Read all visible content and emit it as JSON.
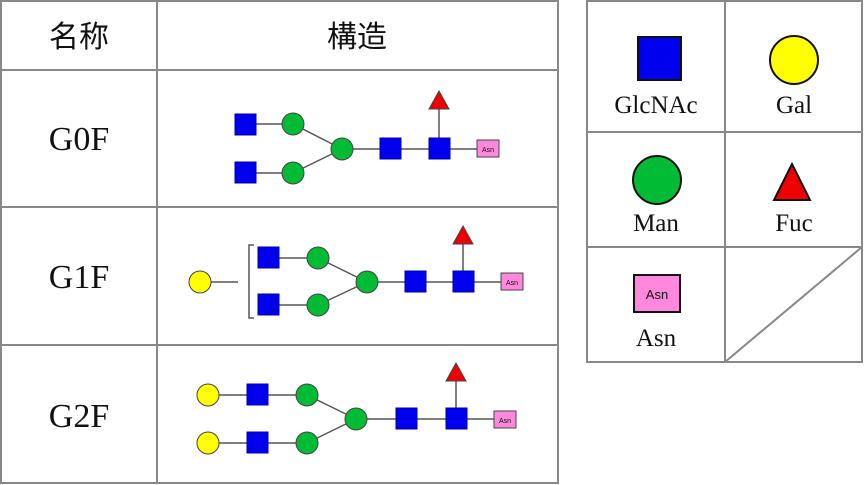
{
  "glycan_table": {
    "header": {
      "name_label": "名称",
      "structure_label": "構造"
    },
    "rows": [
      {
        "name": "G0F"
      },
      {
        "name": "G1F"
      },
      {
        "name": "G2F"
      }
    ]
  },
  "legend": {
    "items": [
      {
        "label": "GlcNAc",
        "icon": "blue-square",
        "color": "#0000ee"
      },
      {
        "label": "Gal",
        "icon": "yellow-circle",
        "color": "#ffff00"
      },
      {
        "label": "Man",
        "icon": "green-circle",
        "color": "#00bb33"
      },
      {
        "label": "Fuc",
        "icon": "red-triangle",
        "color": "#ee0000"
      },
      {
        "label": "Asn",
        "icon": "pink-rectangle",
        "color": "#ff88dd"
      }
    ],
    "asn_box_text": "Asn"
  },
  "colors": {
    "glcnac": "#0000ee",
    "gal": "#ffff00",
    "man": "#00bb33",
    "fuc": "#ee0000",
    "asn": "#ff88dd",
    "grid": "#888888"
  }
}
